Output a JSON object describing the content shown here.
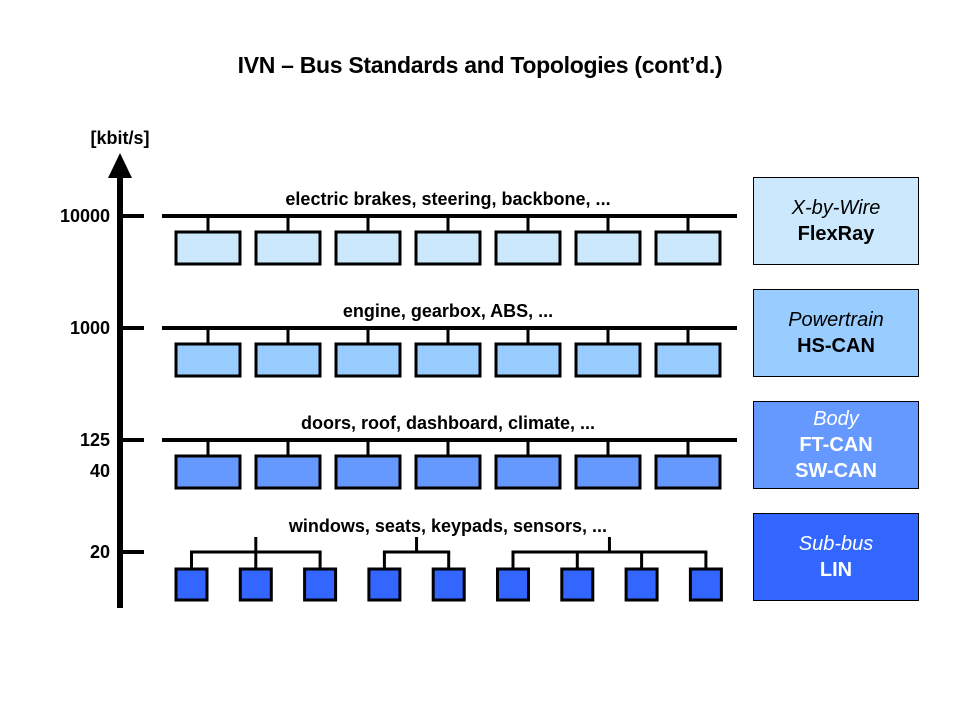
{
  "title": "IVN – Bus Standards and Topologies (cont’d.)",
  "axis": {
    "unit": "[kbit/s]",
    "ticks": [
      "10000",
      "1000",
      "125",
      "40",
      "20"
    ]
  },
  "rows": [
    {
      "id": "flexray",
      "description": "electric brakes, steering, backbone, ...",
      "rate_ticks": [
        "10000"
      ],
      "topology": "bus",
      "node_count": 7,
      "node_color": "#cce8fc",
      "category": {
        "italic": "X-by-Wire",
        "bold": [
          "FlexRay"
        ],
        "bg": "#cce8fc",
        "text_color": "#000000"
      }
    },
    {
      "id": "hs-can",
      "description": "engine, gearbox, ABS, ...",
      "rate_ticks": [
        "1000"
      ],
      "topology": "bus",
      "node_count": 7,
      "node_color": "#99ccff",
      "category": {
        "italic": "Powertrain",
        "bold": [
          "HS-CAN"
        ],
        "bg": "#99ccff",
        "text_color": "#000000"
      }
    },
    {
      "id": "body-can",
      "description": "doors, roof, dashboard, climate, ...",
      "rate_ticks": [
        "125",
        "40"
      ],
      "topology": "bus",
      "node_count": 7,
      "node_color": "#6699ff",
      "category": {
        "italic": "Body",
        "bold": [
          "FT-CAN",
          "SW-CAN"
        ],
        "bg": "#6699ff",
        "text_color": "#ffffff"
      }
    },
    {
      "id": "lin",
      "description": "windows, seats, keypads, sensors, ...",
      "rate_ticks": [
        "20"
      ],
      "topology": "tree",
      "groups": [
        3,
        2,
        4
      ],
      "node_color": "#3366ff",
      "category": {
        "italic": "Sub-bus",
        "bold": [
          "LIN"
        ],
        "bg": "#3366ff",
        "text_color": "#ffffff"
      }
    }
  ]
}
